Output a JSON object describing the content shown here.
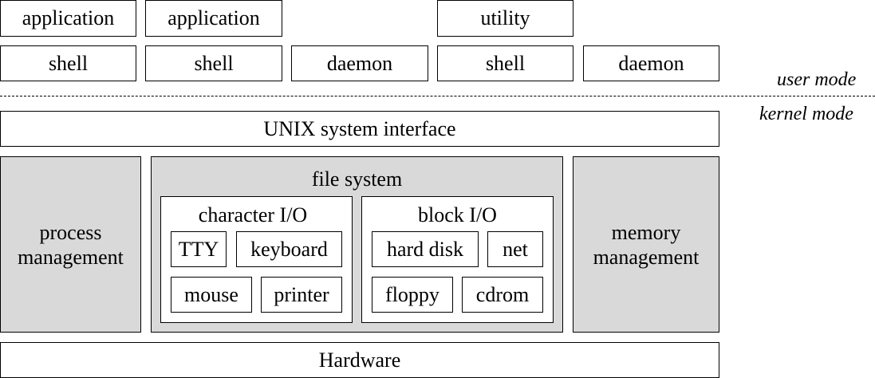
{
  "user_layer": {
    "row1": [
      "application",
      "application",
      "utility"
    ],
    "row2": [
      "shell",
      "shell",
      "daemon",
      "shell",
      "daemon"
    ]
  },
  "modes": {
    "user": "user mode",
    "kernel": "kernel mode"
  },
  "kernel": {
    "system_interface": "UNIX system interface",
    "process_management": [
      "process",
      "management"
    ],
    "file_system": {
      "title": "file system",
      "character_io": {
        "title": "character I/O",
        "devices": [
          "TTY",
          "keyboard",
          "mouse",
          "printer"
        ]
      },
      "block_io": {
        "title": "block I/O",
        "devices": [
          "hard disk",
          "net",
          "floppy",
          "cdrom"
        ]
      }
    },
    "memory_management": [
      "memory",
      "management"
    ],
    "hardware": "Hardware"
  }
}
